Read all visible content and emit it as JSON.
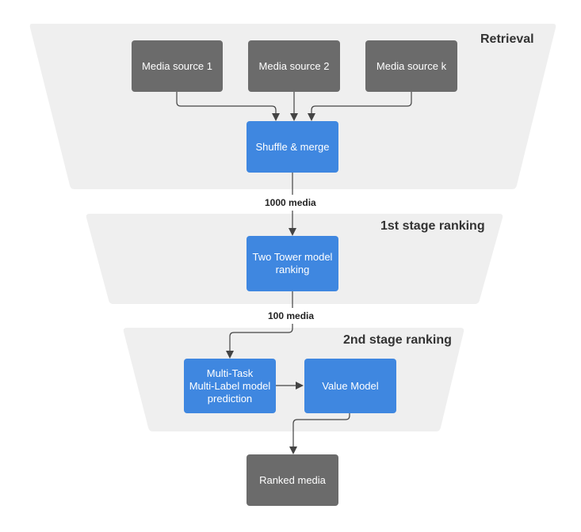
{
  "stages": {
    "retrieval": {
      "title": "Retrieval"
    },
    "first": {
      "title": "1st stage ranking"
    },
    "second": {
      "title": "2nd stage ranking"
    }
  },
  "nodes": {
    "source1": "Media source 1",
    "source2": "Media source 2",
    "sourcek": "Media source k",
    "shuffle": "Shuffle & merge",
    "two_tower": "Two Tower model\nranking",
    "mtml": "Multi-Task\nMulti-Label model\nprediction",
    "value_model": "Value Model",
    "ranked": "Ranked media"
  },
  "edges": {
    "label_1000": "1000 media",
    "label_100": "100 media"
  },
  "colors": {
    "funnel": "#efefef",
    "source_box": "#6b6b6b",
    "process_box": "#3f87e0",
    "arrow": "#444444"
  }
}
